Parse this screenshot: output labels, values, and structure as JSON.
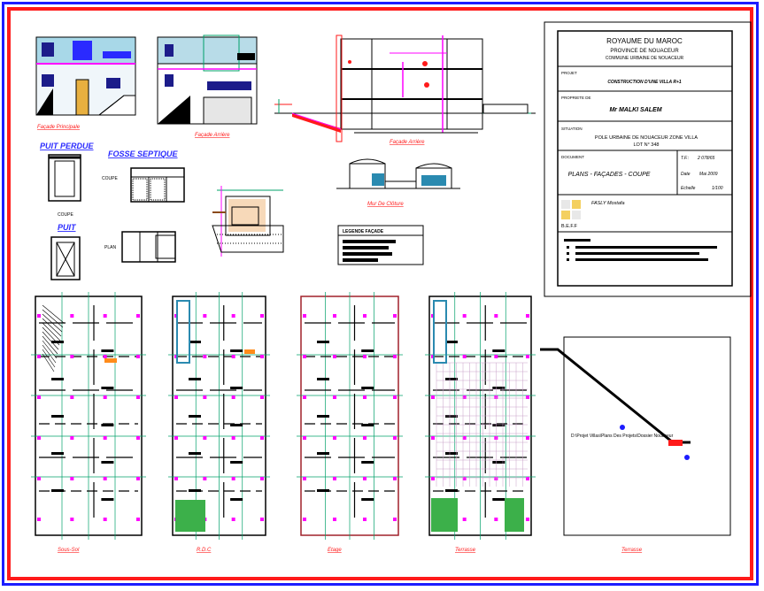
{
  "title_block": {
    "country": "ROYAUME DU MAROC",
    "province": "PROVINCE DE NOUACEUR",
    "commune": "COMMUNE URBAINE DE NOUACEUR",
    "projet_label": "PROJET",
    "projet_value": "CONSTRUCTION D'UNE VILLA R+1",
    "propriete_label": "PROPRIETE DE",
    "propriete_value": "Mr MALKI SALEM",
    "situation_label": "SITUATION",
    "situation_line1": "POLE URBAINE DE NOUACEUR ZONE VILLA",
    "situation_line2": "LOT N° 348",
    "document_label": "DOCUMENT",
    "document_value": "PLANS - FAÇADES - COUPE",
    "tf_label": "T.F.:",
    "tf_value": "2 078/65",
    "date_label": "Date",
    "date_value": "Mai 2009",
    "echelle_label": "Echelle",
    "echelle_value": "1/100",
    "architect": "FASLY Mostafa",
    "office": "B.E.F.F"
  },
  "labels": {
    "facade_principale": "Façade Principale",
    "facade_arriere": "Façade Arrière",
    "facade_arriere_2": "Façade Arrière",
    "puit_perdue": "PUIT PERDUE",
    "fosse_septique": "FOSSE SEPTIQUE",
    "puit": "PUIT",
    "coupe": "COUPE",
    "coupe_2": "COUPE",
    "plan": "PLAN",
    "mur_cloture": "Mur De Clôture",
    "legende_facade": "LEGENDE FAÇADE",
    "plan_sous_sol": "Sous-Sol",
    "plan_rdc": "R.D.C",
    "plan_etage": "Etage",
    "plan_terrasse": "Terrasse",
    "plan_situation": "Terrasse",
    "situation_path": "D:\\Projet Villas\\Plans Des Projets\\Dossier Nouaceur"
  },
  "colors": {
    "frame_outer": "#1c1cff",
    "frame_inner": "#ff1a1a",
    "grid_green": "#00a06a",
    "magenta": "#ff00ff",
    "wall": "#000000",
    "planting": "#2ea82e"
  }
}
